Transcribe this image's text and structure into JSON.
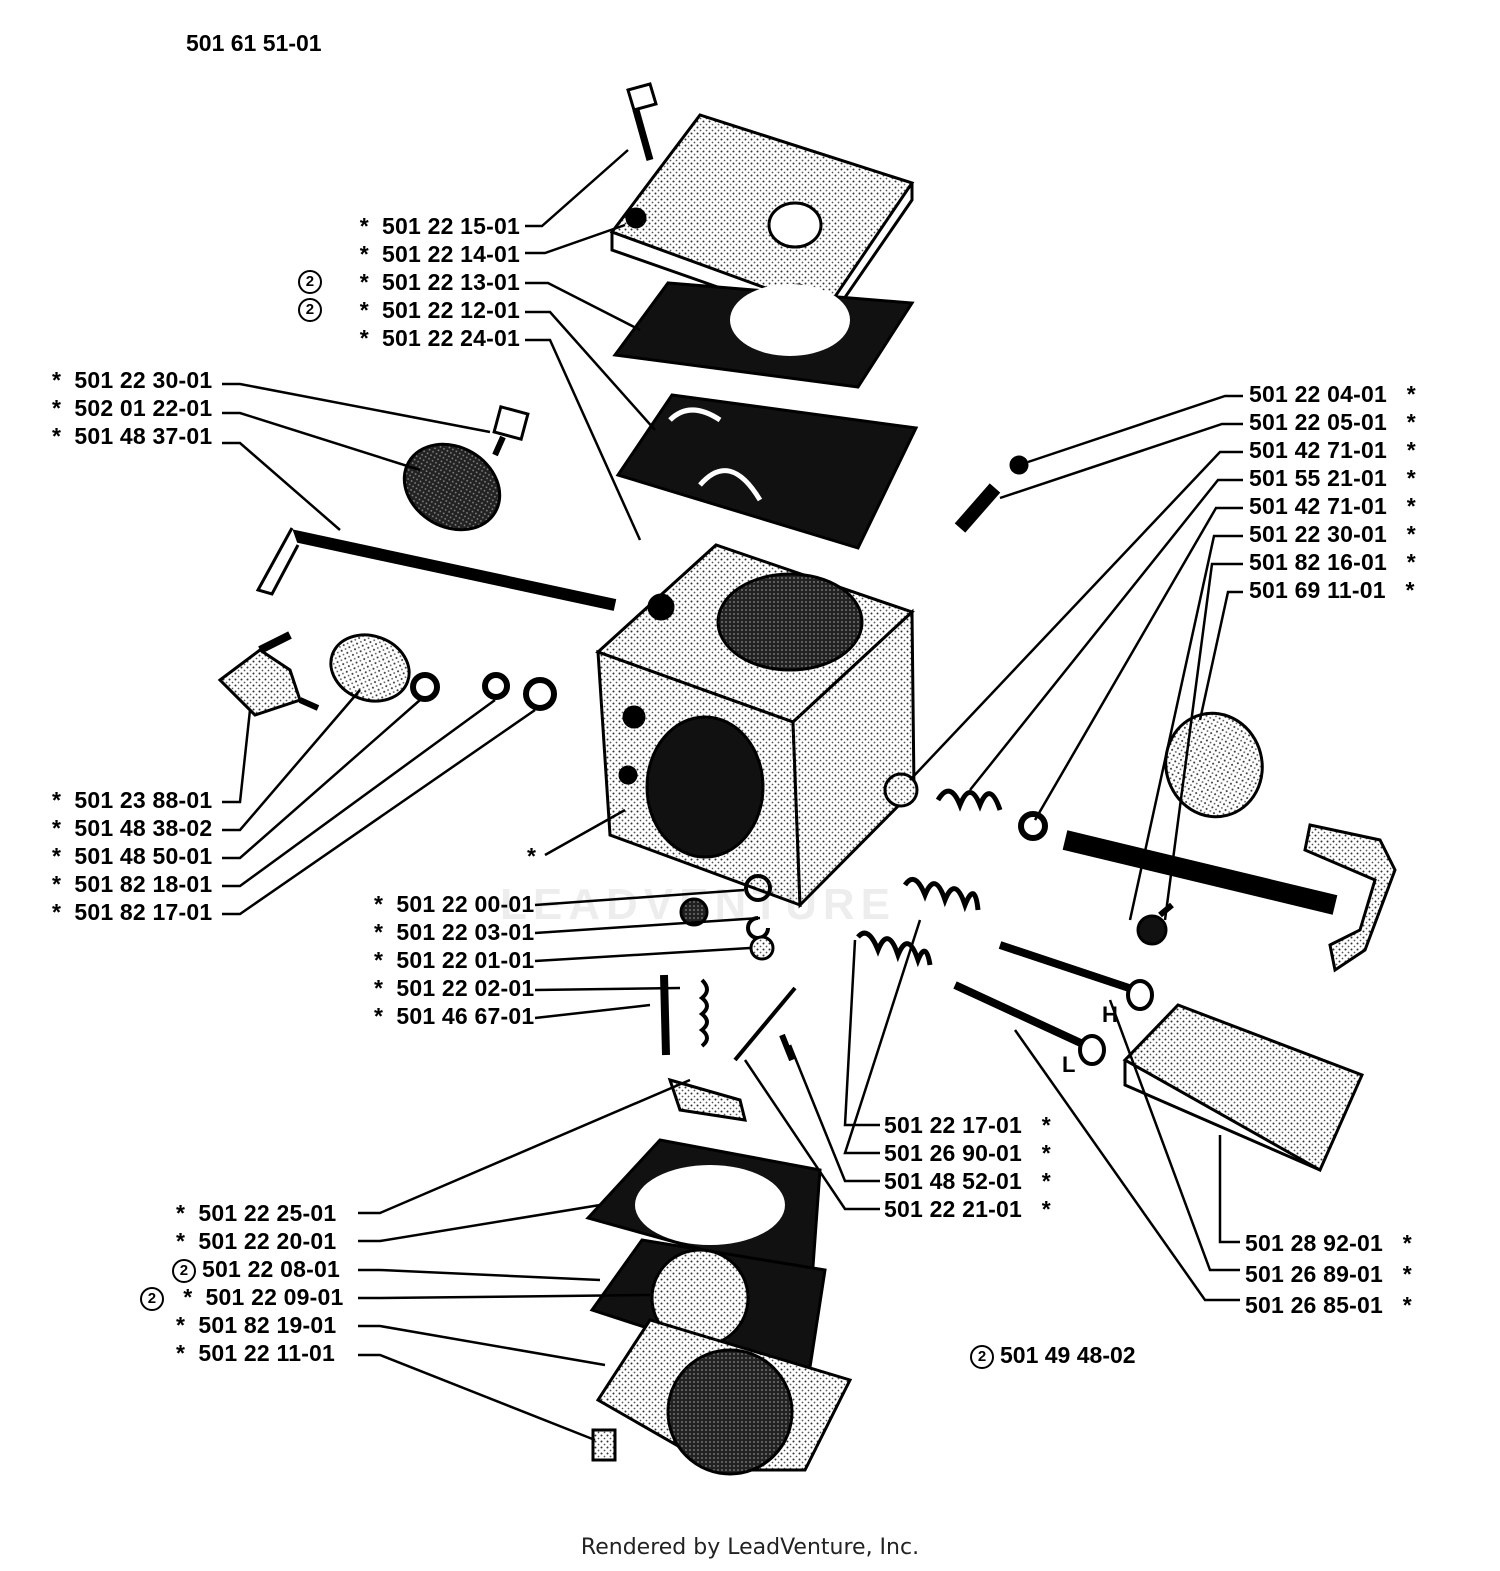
{
  "header": {
    "assembly_number": "501 61 51-01"
  },
  "footer": {
    "credit": "Rendered by LeadVenture, Inc."
  },
  "watermark": "LEADVENTURE",
  "kit": {
    "marker": "2",
    "number": "501 49 48-02"
  },
  "labels_left_top": [
    {
      "star": "*",
      "marker": "",
      "text": "501 22 15-01"
    },
    {
      "star": "*",
      "marker": "",
      "text": "501 22 14-01"
    },
    {
      "star": "*",
      "marker": "2",
      "text": "501 22 13-01"
    },
    {
      "star": "*",
      "marker": "2",
      "text": "501 22 12-01"
    },
    {
      "star": "*",
      "marker": "",
      "text": "501 22 24-01"
    }
  ],
  "labels_left_mid": [
    {
      "star": "*",
      "text": "501 22 30-01"
    },
    {
      "star": "*",
      "text": "502 01 22-01"
    },
    {
      "star": "*",
      "text": "501 48 37-01"
    }
  ],
  "labels_left_low": [
    {
      "star": "*",
      "text": "501 23 88-01"
    },
    {
      "star": "*",
      "text": "501 48 38-02"
    },
    {
      "star": "*",
      "text": "501 48 50-01"
    },
    {
      "star": "*",
      "text": "501 82 18-01"
    },
    {
      "star": "*",
      "text": "501 82 17-01"
    }
  ],
  "body_marker": "*",
  "labels_center": [
    {
      "star": "*",
      "text": "501 22 00-01"
    },
    {
      "star": "*",
      "text": "501 22 03-01"
    },
    {
      "star": "*",
      "text": "501 22 01-01"
    },
    {
      "star": "*",
      "text": "501 22 02-01"
    },
    {
      "star": "*",
      "text": "501 46 67-01"
    }
  ],
  "labels_right_top": [
    {
      "text": "501 22 04-01",
      "star": "*"
    },
    {
      "text": "501 22 05-01",
      "star": "*"
    },
    {
      "text": "501 42 71-01",
      "star": "*"
    },
    {
      "text": "501 55 21-01",
      "star": "*"
    },
    {
      "text": "501 42 71-01",
      "star": "*"
    },
    {
      "text": "501 22 30-01",
      "star": "*"
    },
    {
      "text": "501 82 16-01",
      "star": "*"
    },
    {
      "text": "501 69 11-01",
      "star": "*"
    }
  ],
  "labels_right_mid": [
    {
      "text": "501 22 17-01",
      "star": "*"
    },
    {
      "text": "501 26 90-01",
      "star": "*"
    },
    {
      "text": "501 48 52-01",
      "star": "*"
    },
    {
      "text": "501 22 21-01",
      "star": "*"
    }
  ],
  "labels_right_low": [
    {
      "text": "501 28 92-01",
      "star": "*"
    },
    {
      "text": "501 26 89-01",
      "star": "*"
    },
    {
      "text": "501 26 85-01",
      "star": "*"
    }
  ],
  "labels_bottom_left": [
    {
      "star": "*",
      "marker": "",
      "text": "501 22 25-01"
    },
    {
      "star": "*",
      "marker": "",
      "text": "501 22 20-01"
    },
    {
      "star": "",
      "marker": "2",
      "text": "501 22 08-01"
    },
    {
      "star": "*",
      "marker": "2",
      "text": "501 22 09-01"
    },
    {
      "star": "*",
      "marker": "",
      "text": "501 82 19-01"
    },
    {
      "star": "*",
      "marker": "",
      "text": "501 22 11-01"
    }
  ],
  "needle_letters": {
    "high": "H",
    "low": "L"
  }
}
